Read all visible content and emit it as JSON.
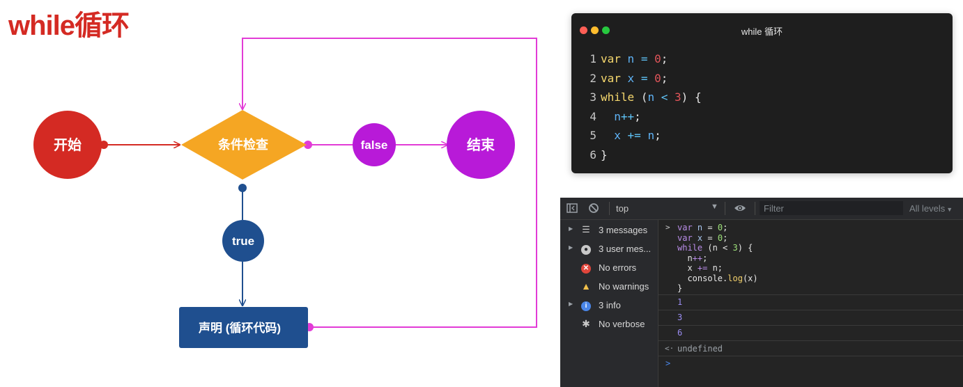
{
  "page_title": "while循环",
  "flowchart": {
    "start": "开始",
    "condition": "条件检查",
    "false_label": "false",
    "end": "结束",
    "true_label": "true",
    "body": "声明 (循环代码)"
  },
  "colors": {
    "title": "#d42a23",
    "start_node": "#d42a23",
    "condition_node": "#f5a623",
    "false_node": "#b81ad8",
    "end_node": "#b81ad8",
    "true_node": "#1f4f8f",
    "body_node": "#1f4f8f",
    "loop_line": "#e23bd6"
  },
  "code_window": {
    "title": "while 循环",
    "line_numbers": [
      "1",
      "2",
      "3",
      "4",
      "5",
      "6"
    ]
  },
  "console": {
    "context": "top",
    "filter_placeholder": "Filter",
    "levels": "All levels",
    "sidebar": [
      {
        "label": "3 messages",
        "icon": "list-icon"
      },
      {
        "label": "3 user mes...",
        "icon": "user-icon"
      },
      {
        "label": "No errors",
        "icon": "error-icon"
      },
      {
        "label": "No warnings",
        "icon": "warning-icon"
      },
      {
        "label": "3 info",
        "icon": "info-icon"
      },
      {
        "label": "No verbose",
        "icon": "bug-icon"
      }
    ],
    "outputs": [
      "1",
      "3",
      "6"
    ],
    "return_value": "undefined"
  }
}
